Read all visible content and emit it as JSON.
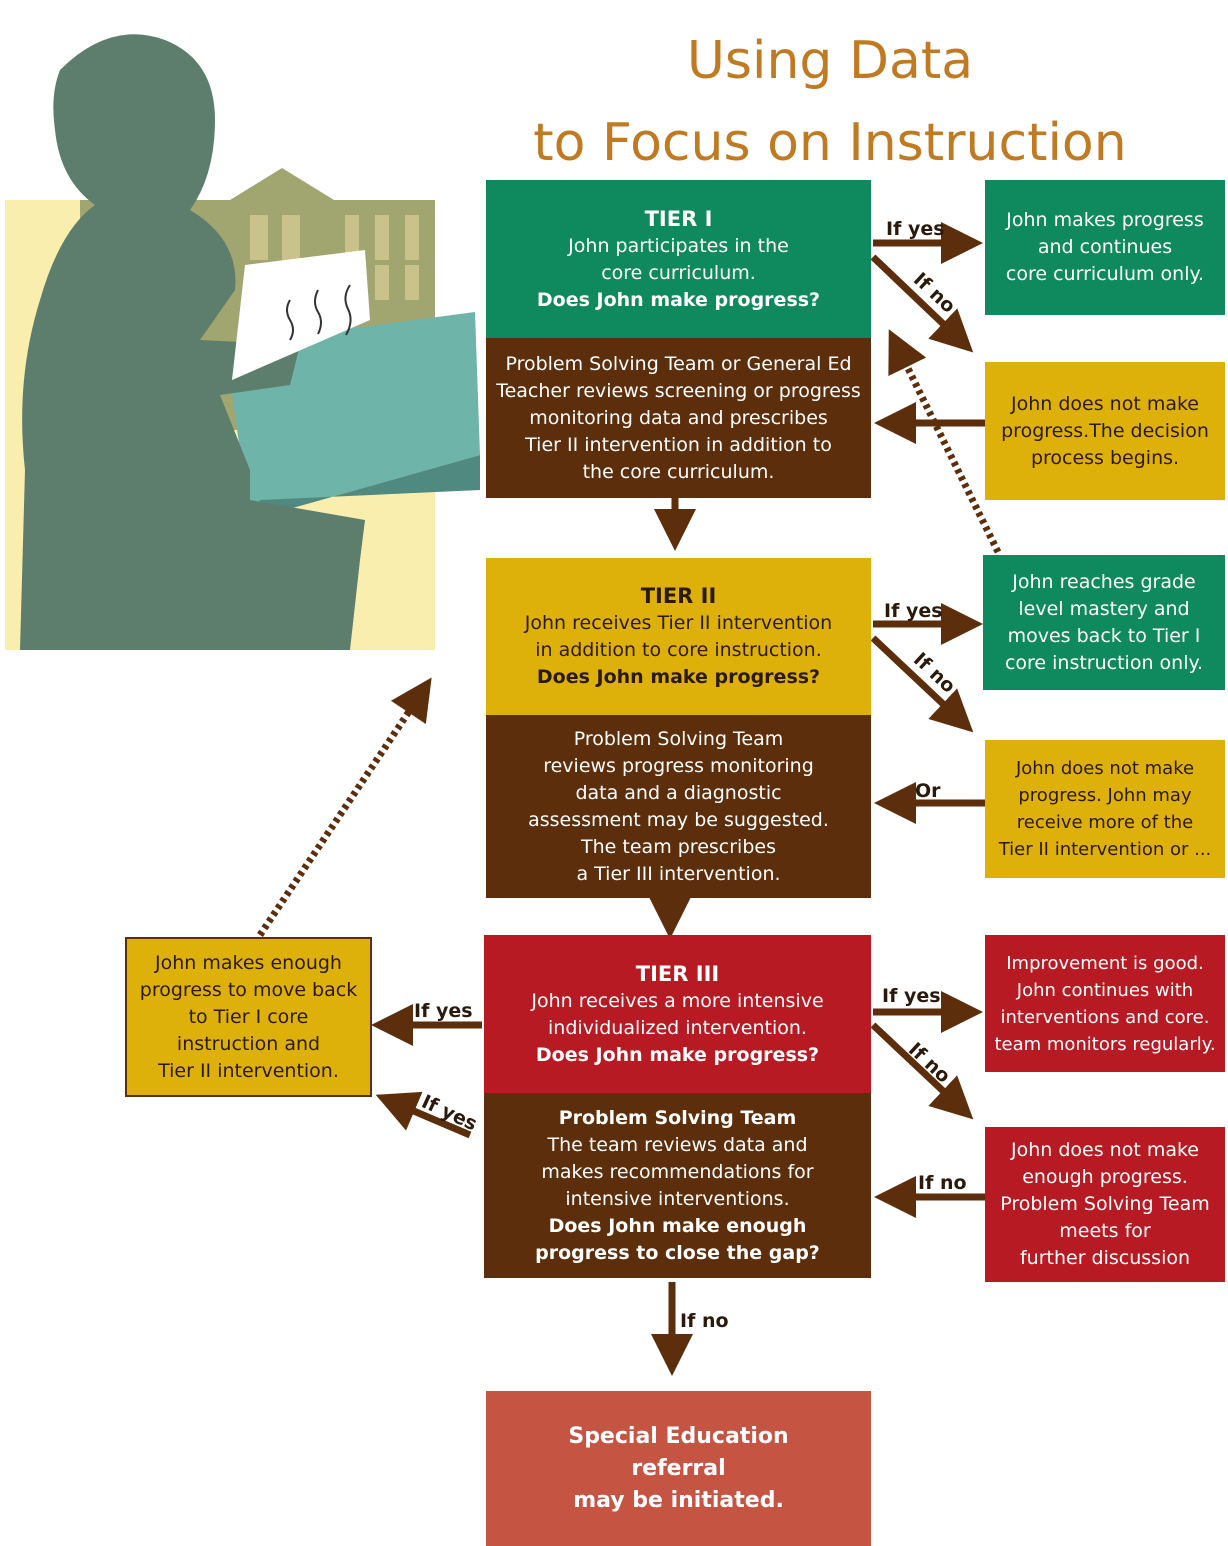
{
  "title": {
    "line1": "Using Data",
    "line2": "to Focus on Instruction"
  },
  "colors": {
    "green": "#0f8a5e",
    "brown": "#5c2e0b",
    "gold": "#deb10a",
    "red": "#b81a23",
    "referral": "#c55443",
    "title": "#c07a22",
    "arrow": "#5c2e0b"
  },
  "tier1": {
    "title": "TIER I",
    "lines": [
      "John participates in the",
      "core curriculum."
    ],
    "question": "Does John make progress?",
    "review": [
      "Problem Solving Team or General Ed",
      "Teacher reviews screening or progress",
      "monitoring data and prescribes",
      "Tier II intervention in addition to",
      "the core curriculum."
    ],
    "yes_label": "If yes",
    "no_label": "If no",
    "yes_result": [
      "John makes progress",
      "and continues",
      "core curriculum only."
    ],
    "no_result": [
      "John does not make",
      "progress.The decision",
      "process begins."
    ]
  },
  "tier2": {
    "title": "TIER II",
    "lines": [
      "John receives Tier II intervention",
      "in addition to core instruction."
    ],
    "question": "Does John make progress?",
    "review": [
      "Problem Solving Team",
      "reviews progress monitoring",
      "data and a diagnostic",
      "assessment may be suggested.",
      "The team prescribes",
      "a Tier III intervention."
    ],
    "yes_label": "If yes",
    "no_label": "If no",
    "or_label": "Or",
    "yes_result": [
      "John reaches grade",
      "level mastery and",
      "moves back to Tier I",
      "core instruction only."
    ],
    "no_result": [
      "John does not make",
      "progress.  John may",
      "receive more of the",
      "Tier II intervention or ..."
    ]
  },
  "tier3": {
    "title": "TIER III",
    "lines": [
      "John receives a more intensive",
      "individualized intervention."
    ],
    "question": "Does John make progress?",
    "review_title": "Problem Solving Team",
    "review": [
      "The team reviews data and",
      "makes recommendations for",
      "intensive interventions."
    ],
    "review_question": [
      "Does John make enough",
      "progress to close the gap?"
    ],
    "yes_label_right": "If yes",
    "no_label_right": "If no",
    "yes_label_left": "If yes",
    "yes_label_left2": "If yes",
    "no_label_review": "If no",
    "no_label_down": "If no",
    "yes_result": [
      "Improvement is good.",
      "John continues  with",
      "interventions and core.",
      "team monitors regularly."
    ],
    "no_result": [
      "John does not make",
      "enough progress.",
      "Problem Solving Team",
      "meets for",
      "further discussion"
    ],
    "left_result": [
      "John makes enough",
      "progress to move back",
      "to Tier I core",
      "instruction and",
      "Tier II intervention."
    ]
  },
  "referral": [
    "Special Education",
    "referral",
    "may be initiated."
  ]
}
